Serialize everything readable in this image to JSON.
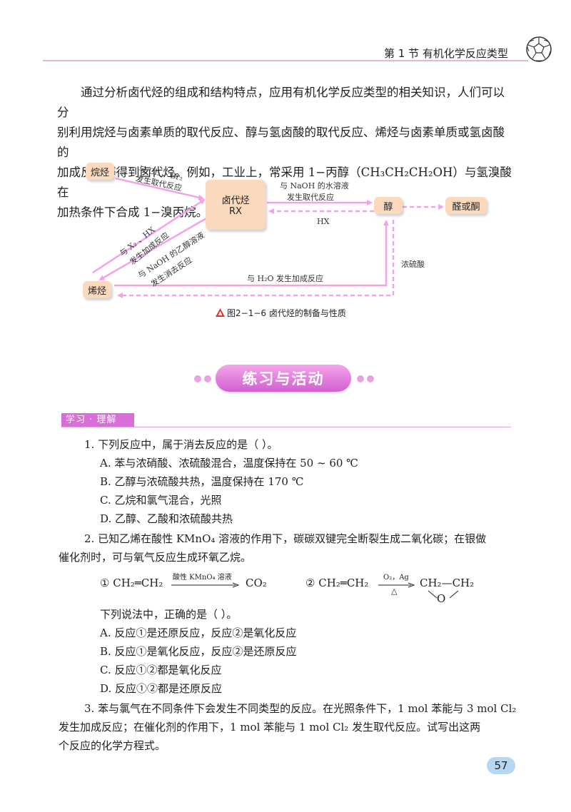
{
  "header": {
    "section_title": "第 1 节    有机化学反应类型"
  },
  "intro": {
    "lines": [
      "通过分析卤代烃的组成和结构特点，应用有机化学反应类型的相关知识，人们可以分",
      "别利用烷烃与卤素单质的取代反应、醇与氢卤酸的取代反应、烯烃与卤素单质或氢卤酸的",
      "加成反应等得到卤代烃。例如，工业上，常采用 1−丙醇（CH₃CH₂CH₂OH）与氢溴酸在",
      "加热条件下合成 1−溴丙烷。"
    ]
  },
  "diagram": {
    "nodes": {
      "alkane": "烷烃",
      "haloalkane_1": "卤代烃",
      "haloalkane_2": "RX",
      "alcohol": "醇",
      "aldehyde_ketone": "醛或酮",
      "alkene": "烯烃"
    },
    "labels": {
      "alkane_sub_1": "与 Cl₂ 、Br₂",
      "alkane_sub_2": "发生取代反应",
      "naoh_aq_1": "与 NaOH 的水溶液",
      "naoh_aq_2": "发生取代反应",
      "hx": "HX",
      "alkene_add_1": "与 X₂ 、HX",
      "alkene_add_2": "发生加成反应",
      "elim_1": "与 NaOH 的乙醇溶液",
      "elim_2": "发生消去反应",
      "h2o_add": "与 H₂O 发生加成反应",
      "conc_acid": "浓硫酸"
    },
    "caption": "图2−1−6    卤代烃的制备与性质",
    "colors": {
      "arrow": "#f3a2e6",
      "box": "#fbd9bd",
      "triangle": "#e4332c"
    }
  },
  "banner": {
    "title": "练习与活动"
  },
  "section_tag": "学习 · 理解",
  "questions": {
    "q1": {
      "stem": "1. 下列反应中，属于消去反应的是（        ）。",
      "A": "A. 苯与浓硝酸、浓硫酸混合，温度保持在 50 ~ 60 ℃",
      "B": "B. 乙醇与浓硫酸共热，温度保持在 170 ℃",
      "C": "C. 乙烷和氯气混合，光照",
      "D": "D. 乙醇、乙酸和浓硫酸共热"
    },
    "q2": {
      "stem_1": "2. 已知乙烯在酸性 KMnO₄ 溶液的作用下，碳碳双键完全断裂生成二氧化碳；在银做",
      "stem_2": "催化剂时，可与氧气反应生成环氧乙烷。",
      "eq1_left": "① CH₂═CH₂",
      "eq1_cond": "酸性 KMnO₄ 溶液",
      "eq1_right": "CO₂",
      "eq2_left": "② CH₂═CH₂",
      "eq2_cond_top": "O₂，Ag",
      "eq2_cond_bottom": "△",
      "eq2_right": "CH₂—CH₂",
      "eq2_o": "O",
      "ask": "下列说法中，正确的是（        ）。",
      "A": "A. 反应①是还原反应，反应②是氧化反应",
      "B": "B. 反应①是氧化反应，反应②是还原反应",
      "C": "C. 反应①②都是氧化反应",
      "D": "D. 反应①②都是还原反应"
    },
    "q3": {
      "line_1": "3. 苯与氯气在不同条件下会发生不同类型的反应。在光照条件下，1 mol 苯能与 3 mol Cl₂",
      "line_2": "发生加成反应；在催化剂的作用下，1 mol 苯能与 1 mol Cl₂ 发生取代反应。试写出这两",
      "line_3": "个反应的化学方程式。"
    }
  },
  "page_number": "57"
}
